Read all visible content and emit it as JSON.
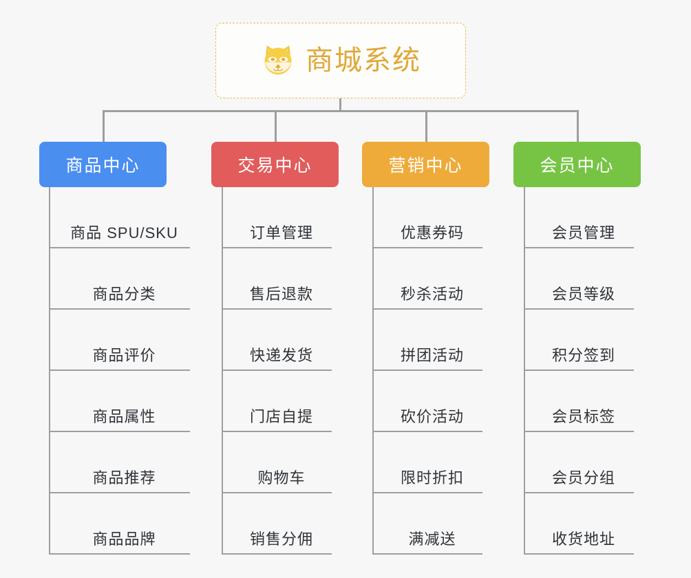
{
  "root": {
    "title": "商城系统",
    "icon": "shiba-dog-icon",
    "border_color": "#e8b95f",
    "text_color": "#e0a838",
    "background": "#fdfdfb"
  },
  "canvas": {
    "background": "#f7f7f7",
    "connector_color": "#9e9e9e"
  },
  "columns": [
    {
      "title": "商品中心",
      "color": "#4a8ef0",
      "items": [
        {
          "label": "商品 SPU/SKU"
        },
        {
          "label": "商品分类"
        },
        {
          "label": "商品评价"
        },
        {
          "label": "商品属性"
        },
        {
          "label": "商品推荐"
        },
        {
          "label": "商品品牌"
        }
      ]
    },
    {
      "title": "交易中心",
      "color": "#e25c5c",
      "items": [
        {
          "label": "订单管理"
        },
        {
          "label": "售后退款"
        },
        {
          "label": "快递发货"
        },
        {
          "label": "门店自提"
        },
        {
          "label": "购物车"
        },
        {
          "label": "销售分佣"
        }
      ]
    },
    {
      "title": "营销中心",
      "color": "#eeab3a",
      "items": [
        {
          "label": "优惠券码"
        },
        {
          "label": "秒杀活动"
        },
        {
          "label": "拼团活动"
        },
        {
          "label": "砍价活动"
        },
        {
          "label": "限时折扣"
        },
        {
          "label": "满减送"
        }
      ]
    },
    {
      "title": "会员中心",
      "color": "#77c445",
      "items": [
        {
          "label": "会员管理"
        },
        {
          "label": "会员等级"
        },
        {
          "label": "积分签到"
        },
        {
          "label": "会员标签"
        },
        {
          "label": "会员分组"
        },
        {
          "label": "收货地址"
        }
      ]
    }
  ]
}
